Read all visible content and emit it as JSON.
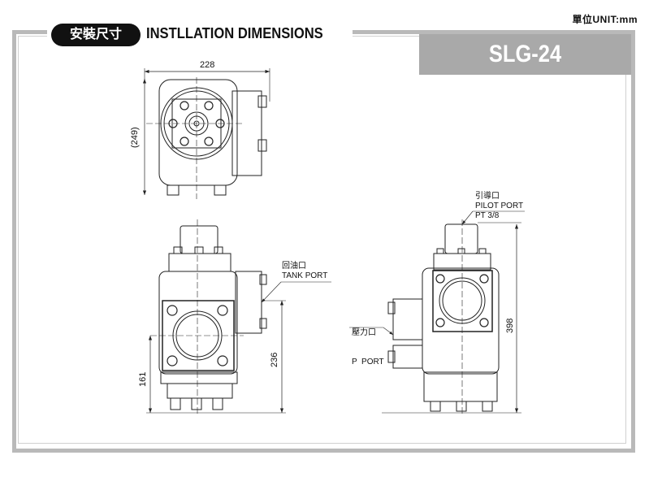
{
  "header": {
    "unit": "單位UNIT:mm",
    "title_cn": "安裝尺寸",
    "title_en": "INSTLLATION DIMENSIONS",
    "model": "SLG-24"
  },
  "dimensions": {
    "width": "228",
    "depth": "(249)",
    "p_port_height": "161",
    "tank_port_height": "236",
    "total_height": "398"
  },
  "ports": {
    "pilot": {
      "cn": "引導口",
      "en": "PILOT PORT",
      "size": "PT 3/8"
    },
    "tank": {
      "cn": "回油口",
      "en": "TANK PORT"
    },
    "pressure": {
      "cn": "壓力口",
      "en": "P  PORT"
    }
  }
}
